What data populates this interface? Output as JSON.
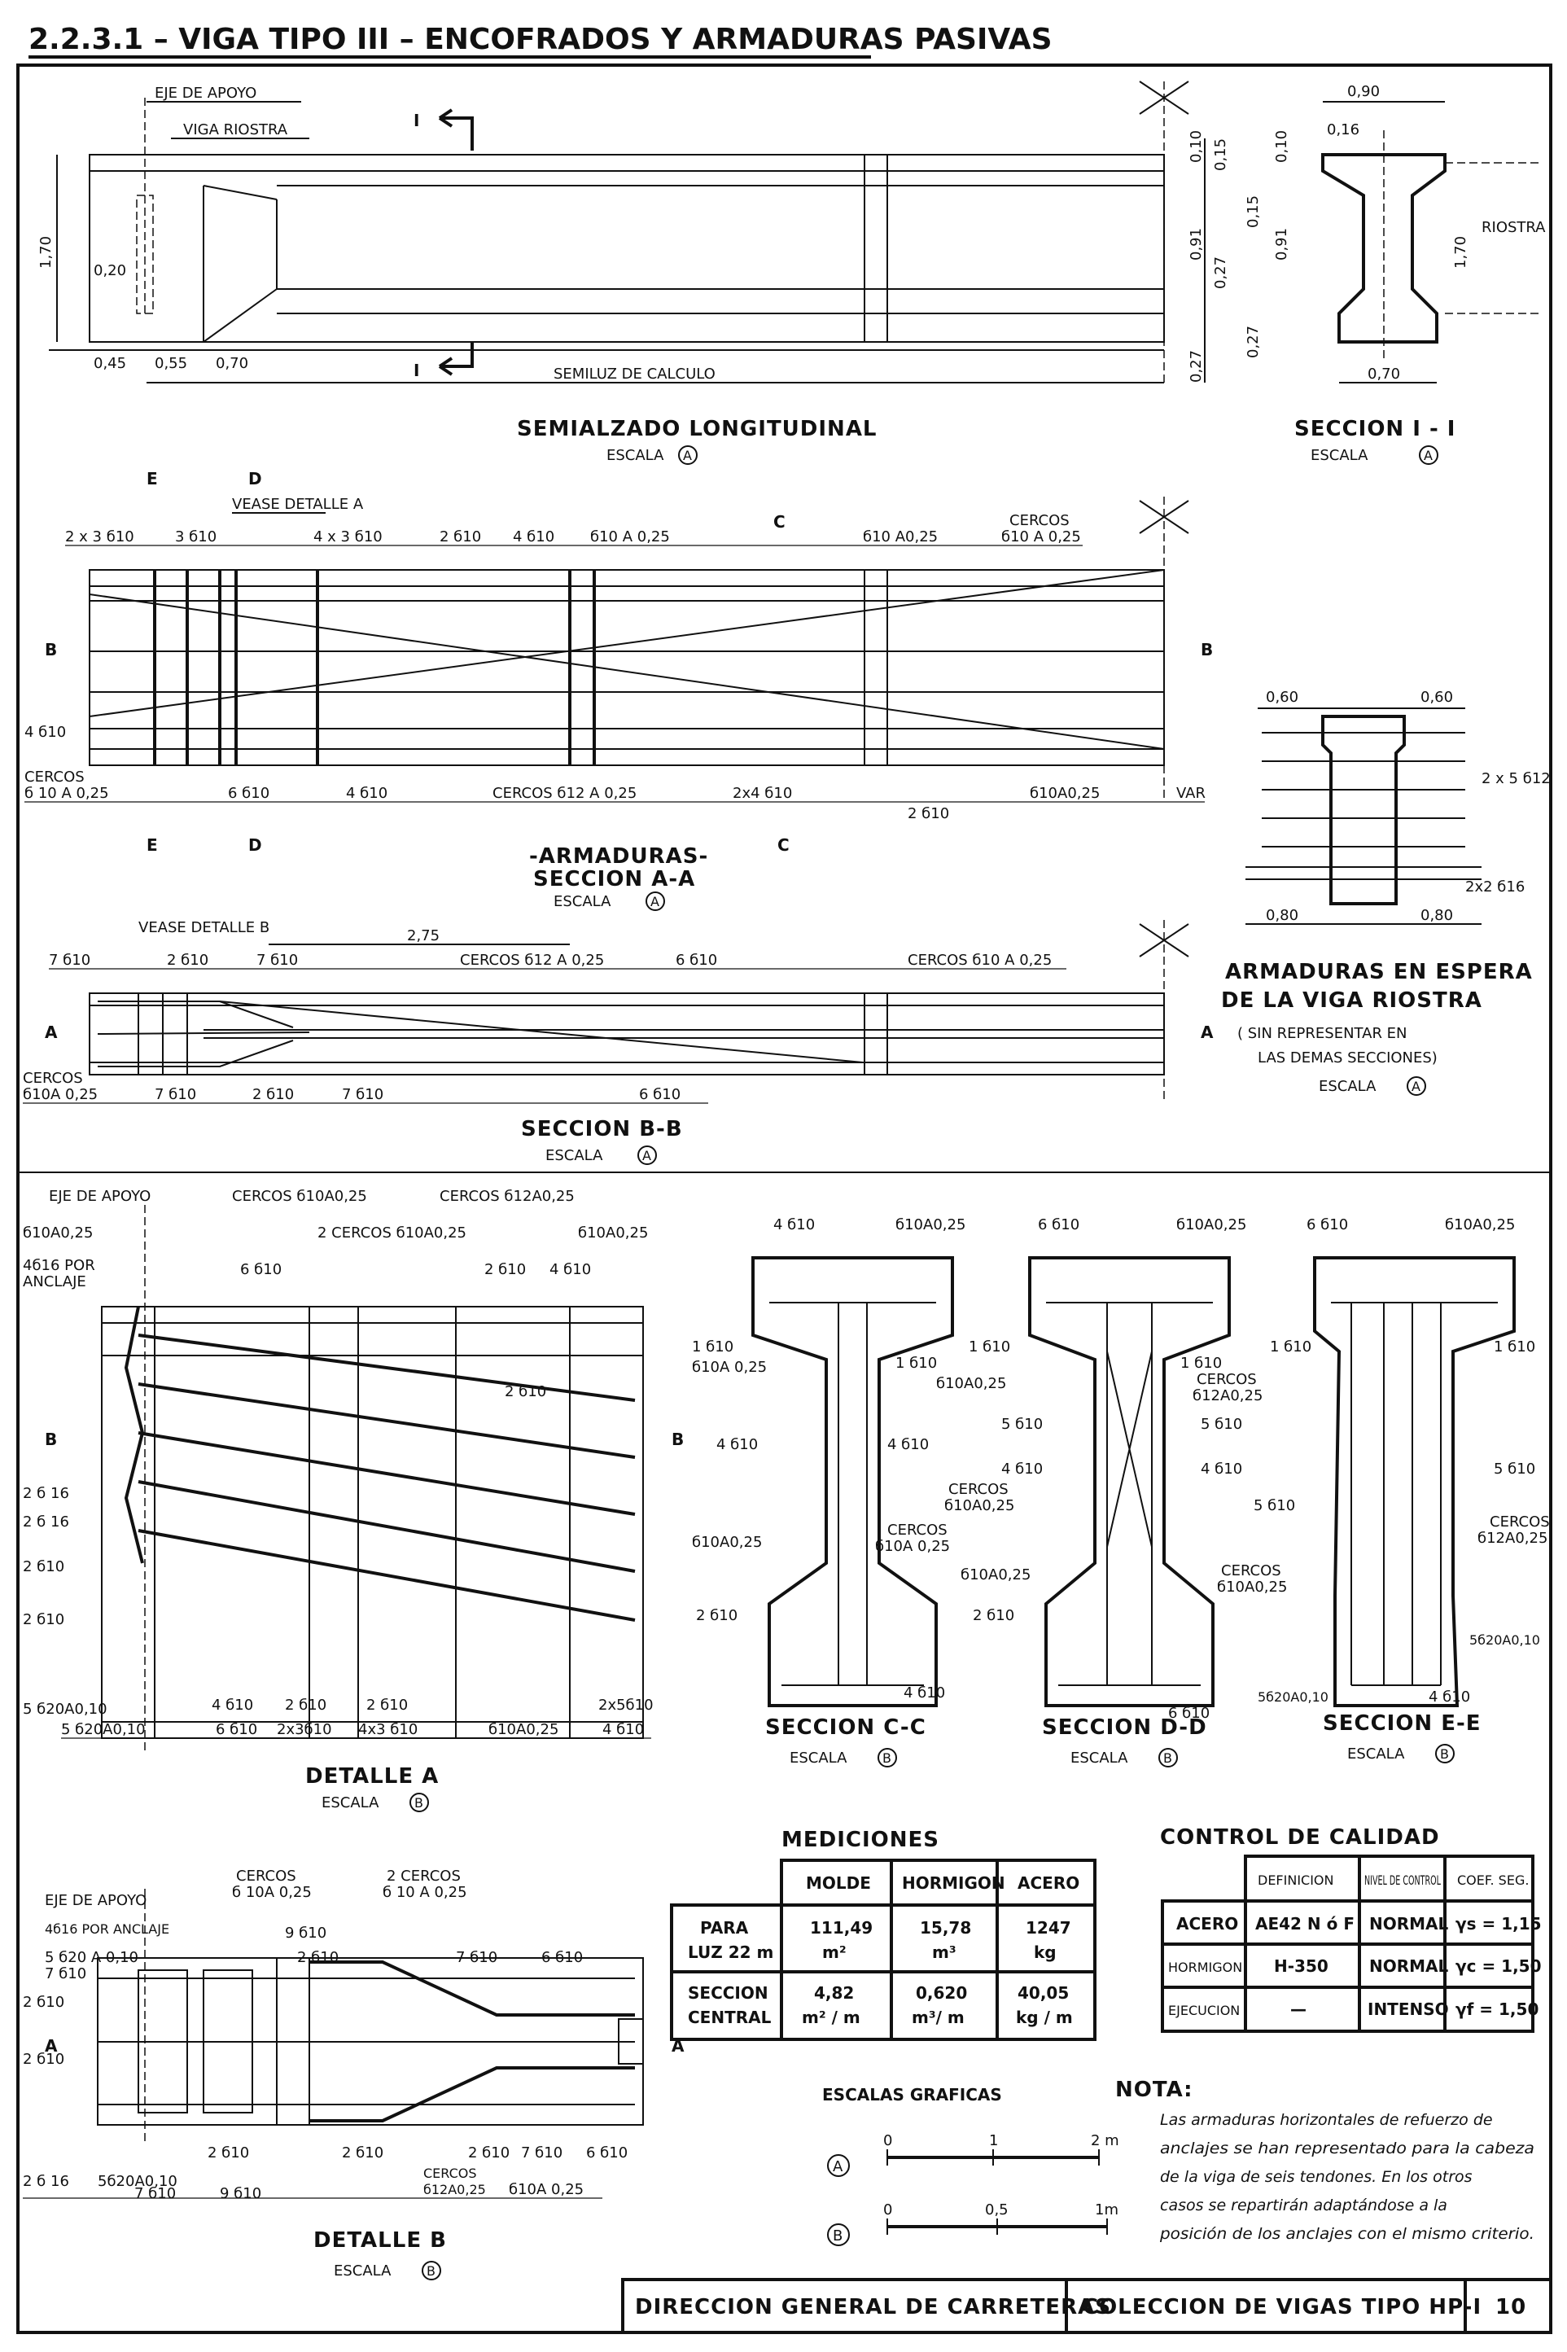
{
  "header": {
    "title": "2.2.3.1 – VIGA TIPO III – ENCOFRADOS Y ARMADURAS PASIVAS"
  },
  "scale_prefix": "ESCALA",
  "views": {
    "semialzado": {
      "title": "SEMIALZADO LONGITUDINAL",
      "scale": "A",
      "labels": {
        "eje": "EJE DE APOYO",
        "riostra": "VIGA RIOSTRA",
        "semiluz": "SEMILUZ DE CALCULO",
        "cut": "I"
      },
      "dims": [
        "0,45",
        "0,55",
        "0,70",
        "1,70",
        "0,20",
        "0,10",
        "0,15",
        "0,91",
        "0,27",
        "0,27"
      ]
    },
    "seccion_i": {
      "title": "SECCION I - I",
      "scale": "A",
      "labels": {
        "riostra": "RIOSTRA"
      },
      "dims": [
        "0,90",
        "0,16",
        "0,10",
        "0,15",
        "0,91",
        "0,27",
        "1,70",
        "0,70"
      ]
    },
    "armaduras_aa": {
      "title": "-ARMADURAS-",
      "subtitle": "SECCION A-A",
      "scale": "A",
      "cuts": [
        "E",
        "D",
        "C",
        "B"
      ],
      "labels": [
        "VEASE DETALLE A",
        "2 x 3 б10",
        "3 б10",
        "4 x 3 б10",
        "2 б10",
        "4 б10",
        "б10 A 0,25",
        "б10 A0,25",
        "CERCOS",
        "б10 A 0,25",
        "4 б10",
        "CERCOS",
        "б 10 A 0,25",
        "6 б10",
        "4 б10",
        "CERCOS б12 A 0,25",
        "2x4 б10",
        "2 б10",
        "б10A0,25",
        "VAR"
      ]
    },
    "riostra_espera": {
      "title_lines": [
        "ARMADURAS EN ESPERA",
        "DE LA VIGA RIOSTRA"
      ],
      "note_lines": [
        "( SIN REPRESENTAR EN",
        "LAS DEMAS SECCIONES)"
      ],
      "scale": "A",
      "labels": [
        "0,60",
        "0,60",
        "2 x 5 б12",
        "2x2 б16",
        "0,80",
        "0,80"
      ]
    },
    "seccion_bb": {
      "title": "SECCION B-B",
      "scale": "A",
      "labels": [
        "VEASE DETALLE B",
        "2,75",
        "7 б10",
        "2 б10",
        "7 б10",
        "CERCOS б12 A 0,25",
        "6 б10",
        "CERCOS б10 A 0,25",
        "CERCOS",
        "б10A 0,25",
        "7 б10",
        "2 б10",
        "7 б10",
        "6 б10"
      ],
      "cut": "A"
    },
    "detalle_a": {
      "title": "DETALLE A",
      "scale": "B",
      "labels": [
        "EJE DE APOYO",
        "б10A0,25",
        "4б16 POR",
        "ANCLAJE",
        "CERCOS б10A0,25",
        "2 CERCOS б10A0,25",
        "CERCOS б12A0,25",
        "б10A0,25",
        "6 б10",
        "2 б10",
        "4 б10",
        "2 б10",
        "2 б 16",
        "2 б 16",
        "2 б10",
        "2 б10",
        "5 б20A0,10",
        "5 б20A0,10",
        "4 б10",
        "6 б10",
        "2 б10",
        "2x3б10",
        "2 б10",
        "4x3 б10",
        "б10A0,25",
        "2x5б10",
        "4 б10"
      ],
      "cut": "B"
    },
    "seccion_cc": {
      "title": "SECCION C-C",
      "scale": "B",
      "labels": [
        "4 б10",
        "б10A0,25",
        "1 б10",
        "б10A 0,25",
        "1 б10",
        "4 б10",
        "4 б10",
        "б10A0,25",
        "CERCOS",
        "б10A 0,25",
        "2 б10",
        "4 б10"
      ]
    },
    "seccion_dd": {
      "title": "SECCION D-D",
      "scale": "B",
      "labels": [
        "6 б10",
        "б10A0,25",
        "1 б10",
        "б10A0,25",
        "1 б10",
        "CERCOS",
        "б12A0,25",
        "5 б10",
        "5 б10",
        "4 б10",
        "4 б10",
        "CERCOS",
        "б10A0,25",
        "б10A0,25",
        "2 б10",
        "6 б10"
      ]
    },
    "seccion_ee": {
      "title": "SECCION E-E",
      "scale": "B",
      "labels": [
        "6 б10",
        "б10A0,25",
        "1 б10",
        "1 б10",
        "5 б10",
        "5 б10",
        "CERCOS",
        "б12A0,25",
        "CERCOS",
        "б10A0,25",
        "5б20A0,10",
        "5б20A0,10",
        "4 б10"
      ]
    },
    "detalle_b": {
      "title": "DETALLE B",
      "scale": "B",
      "labels": [
        "EJE DE APOYO",
        "CERCOS",
        "б 10A 0,25",
        "2 CERCOS",
        "б 10 A 0,25",
        "4б16 POR ANCLAJE",
        "5 б20 A 0,10",
        "7 б10",
        "2 б10",
        "2 б10",
        "9 б10",
        "2 б10",
        "7 б10",
        "6 б10",
        "2 б 16",
        "5б20A0,10",
        "2 б10",
        "2 б10",
        "2 б10",
        "7 б10",
        "6 б10",
        "7 б10",
        "9 б10",
        "CERCOS",
        "б12A0,25",
        "б10A 0,25"
      ],
      "cut": "A"
    }
  },
  "mediciones": {
    "title": "MEDICIONES",
    "headers": [
      "MOLDE",
      "HORMIGON",
      "ACERO"
    ],
    "rows": [
      {
        "label": [
          "PARA",
          "LUZ 22 m"
        ],
        "cells": [
          [
            "111,49",
            "m²"
          ],
          [
            "15,78",
            "m³"
          ],
          [
            "1247",
            "kg"
          ]
        ]
      },
      {
        "label": [
          "SECCION",
          "CENTRAL"
        ],
        "cells": [
          [
            "4,82",
            "m² / m"
          ],
          [
            "0,620",
            "m³/ m"
          ],
          [
            "40,05",
            "kg / m"
          ]
        ]
      }
    ]
  },
  "control": {
    "title": "CONTROL DE CALIDAD",
    "headers": [
      "DEFINICION",
      "NIVEL DE CONTROL",
      "COEF. SEG."
    ],
    "rows": [
      [
        "ACERO",
        "AE42 N ó F",
        "NORMAL",
        "γs = 1,15"
      ],
      [
        "HORMIGON",
        "H-350",
        "NORMAL",
        "γc = 1,50"
      ],
      [
        "EJECUCION",
        "—",
        "INTENSO",
        "γf = 1,50"
      ]
    ]
  },
  "escalas": {
    "title": "ESCALAS GRAFICAS",
    "A": {
      "marker": "A",
      "ticks": [
        "0",
        "1",
        "2 m"
      ]
    },
    "B": {
      "marker": "B",
      "ticks": [
        "0",
        "0,5",
        "1m"
      ]
    }
  },
  "nota": {
    "title": "NOTA:",
    "lines": [
      "Las armaduras horizontales de refuerzo de",
      "anclajes se han representado para la cabeza",
      "de la viga de seis tendones. En los otros",
      "casos se repartirán adaptándose a la",
      "posición de los anclajes con el mismo criterio."
    ]
  },
  "footer": [
    "DIRECCION GENERAL DE CARRETERAS",
    "COLECCION DE VIGAS TIPO HP-I",
    "10"
  ]
}
